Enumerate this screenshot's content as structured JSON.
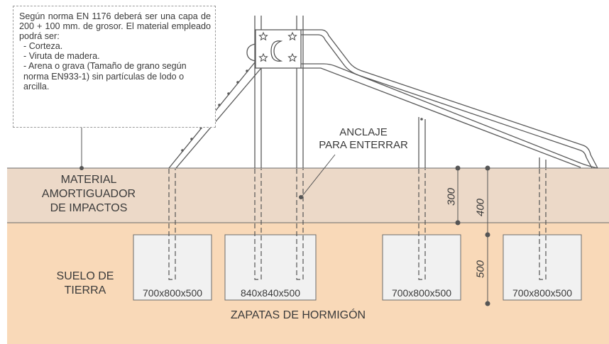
{
  "note": {
    "intro": "Según norma EN 1176 deberá ser una capa de 200 + 100 mm. de grosor. El material empleado podrá ser:",
    "items": [
      "- Corteza.",
      "- Viruta de madera.",
      "- Arena o grava (Tamaño de grano según norma EN933-1) sin partículas de lodo o arcilla."
    ]
  },
  "labels": {
    "anclaje_line1": "ANCLAJE",
    "anclaje_line2": "PARA ENTERRAR",
    "material_line1": "MATERIAL",
    "material_line2": "AMORTIGUADOR",
    "material_line3": "DE IMPACTOS",
    "suelo_line1": "SUELO DE",
    "suelo_line2": "TIERRA",
    "zapatas": "ZAPATAS DE HORMIGÓN"
  },
  "footings": [
    {
      "size": "700x800x500"
    },
    {
      "size": "840x840x500"
    },
    {
      "size": "700x800x500"
    },
    {
      "size": "700x800x500"
    }
  ],
  "dimensions": {
    "d300": "300",
    "d400": "400",
    "d500": "500"
  },
  "colors": {
    "cushion_layer": "#ecd9c8",
    "soil_layer": "#f9d9b8",
    "footing": "#f1f1f1",
    "line": "#5a5a5a",
    "text": "#3a3a3a"
  }
}
